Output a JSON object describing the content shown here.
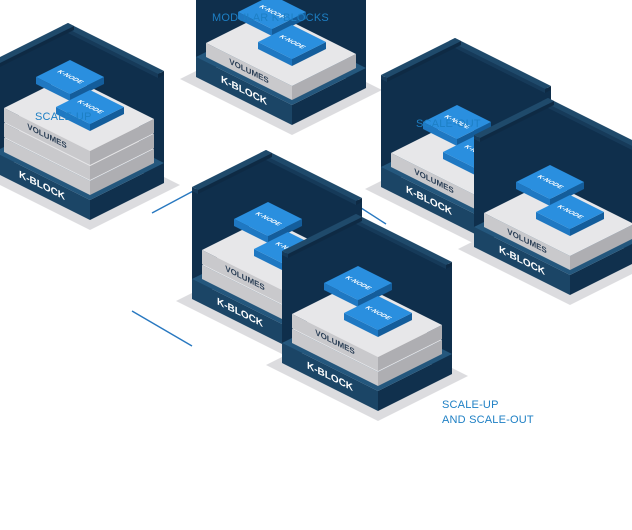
{
  "colors": {
    "caption": "#1d7fc4",
    "connector": "#2878c0",
    "frame_top": "#1f4a6b",
    "frame_side": "#163a59",
    "frame_dark": "#0e2a44",
    "frame_inner": "#0f2f4c",
    "base_left": "#1b4566",
    "base_right": "#10304d",
    "base_top": "#24577d",
    "volume_top": "#e7e7e9",
    "volume_left": "#c9c9cc",
    "volume_right": "#aeaeb2",
    "volume_text": "#2b3f56",
    "knode_top": "#2a8fdf",
    "knode_left": "#1f78c2",
    "knode_right": "#145d9b",
    "knode_text": "#ffffff",
    "stem": "#2a8fdf",
    "shadow": "#dcdcdf",
    "label_text": "#ffffff"
  },
  "labels": {
    "knode": "K-NODE",
    "volumes": "VOLUMES",
    "kblock": "K-BLOCK"
  },
  "captions": {
    "modular": "MODULAR K-BLOCKS",
    "scale_up": "SCALE-UP",
    "scale_out": "SCALE-OUT",
    "scale_up_out_line1": "SCALE-UP",
    "scale_up_out_line2": "AND SCALE-OUT"
  },
  "diagram": {
    "groups": [
      {
        "id": "modular-k-blocks",
        "blocks": [
          {
            "volumes": 1,
            "knodes": 2
          }
        ]
      },
      {
        "id": "scale-up",
        "blocks": [
          {
            "volumes": 3,
            "knodes": 2
          }
        ]
      },
      {
        "id": "scale-out",
        "blocks": [
          {
            "volumes": 1,
            "knodes": 2
          },
          {
            "volumes": 1,
            "knodes": 2
          }
        ]
      },
      {
        "id": "scale-up-and-scale-out",
        "blocks": [
          {
            "volumes": 2,
            "knodes": 2
          },
          {
            "volumes": 2,
            "knodes": 2
          }
        ]
      }
    ]
  }
}
